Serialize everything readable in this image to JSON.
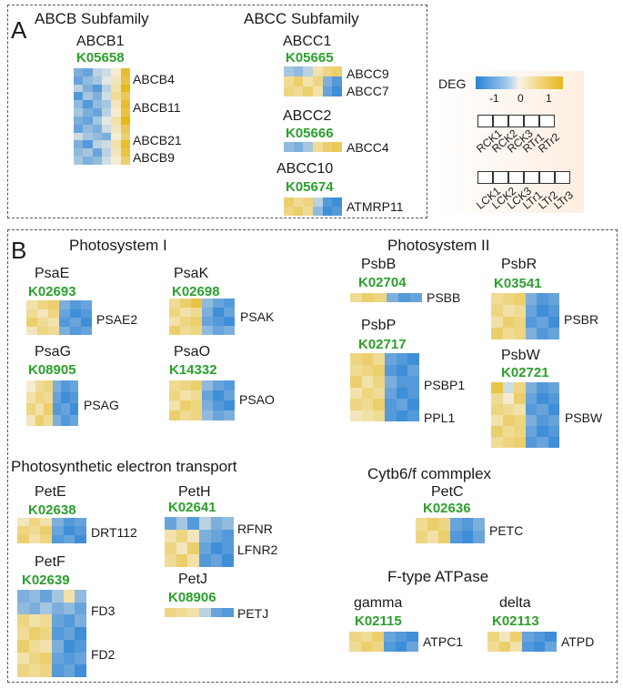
{
  "panel_a": {
    "label": "A",
    "groups": [
      {
        "title": "ABCB Subfamily",
        "genes": [
          {
            "name": "ABCB1",
            "ko": "K05658",
            "rows": [
              "ABCB4",
              "ABCB11",
              "ABCB21",
              "ABCB9"
            ]
          }
        ]
      },
      {
        "title": "ABCC Subfamily",
        "genes": [
          {
            "name": "ABCC1",
            "ko": "K05665",
            "rows": [
              "ABCC9",
              "ABCC7"
            ]
          },
          {
            "name": "ABCC2",
            "ko": "K05666",
            "rows": [
              "ABCC4"
            ]
          },
          {
            "name": "ABCC10",
            "ko": "K05674",
            "rows": [
              "ATMRP11"
            ]
          }
        ]
      }
    ]
  },
  "legend": {
    "title": "DEG",
    "ticks": [
      "-1",
      "0",
      "1"
    ],
    "colors": {
      "low": "#2b83d6",
      "mid": "#f7f2e6",
      "high": "#e5b81c"
    },
    "rck_labels": [
      "RCK1",
      "RCK2",
      "RCK3",
      "RTr1",
      "RTr2"
    ],
    "lck_labels": [
      "LCK1",
      "LCK2",
      "LCK3",
      "LTr1",
      "LTr2",
      "LTr3"
    ]
  },
  "panel_b": {
    "label": "B",
    "sections": {
      "ps1": "Photosystem I",
      "ps2": "Photosystem II",
      "pet": "Photosynthetic electron transport",
      "cyt": "Cytb6/f commplex",
      "atp": "F-type ATPase"
    },
    "genes": {
      "psae": {
        "name": "PsaE",
        "ko": "K02693",
        "rows": [
          "PSAE2"
        ]
      },
      "psak": {
        "name": "PsaK",
        "ko": "K02698",
        "rows": [
          "PSAK"
        ]
      },
      "psag": {
        "name": "PsaG",
        "ko": "K08905",
        "rows": [
          "PSAG"
        ]
      },
      "psao": {
        "name": "PsaO",
        "ko": "K14332",
        "rows": [
          "PSAO"
        ]
      },
      "psbb": {
        "name": "PsbB",
        "ko": "K02704",
        "rows": [
          "PSBB"
        ]
      },
      "psbr": {
        "name": "PsbR",
        "ko": "K03541",
        "rows": [
          "PSBR"
        ]
      },
      "psbp": {
        "name": "PsbP",
        "ko": "K02717",
        "rows": [
          "PSBP1",
          "PPL1"
        ]
      },
      "psbw": {
        "name": "PsbW",
        "ko": "K02721",
        "rows": [
          "PSBW"
        ]
      },
      "pete": {
        "name": "PetE",
        "ko": "K02638",
        "rows": [
          "DRT112"
        ]
      },
      "peth": {
        "name": "PetH",
        "ko": "K02641",
        "rows": [
          "RFNR",
          "LFNR2"
        ]
      },
      "petf": {
        "name": "PetF",
        "ko": "K02639",
        "rows": [
          "FD3",
          "FD2"
        ]
      },
      "petj": {
        "name": "PetJ",
        "ko": "K08906",
        "rows": [
          "PETJ"
        ]
      },
      "petc": {
        "name": "PetC",
        "ko": "K02636",
        "rows": [
          "PETC"
        ]
      },
      "gamma": {
        "name": "gamma",
        "ko": "K02115",
        "rows": [
          "ATPC1"
        ]
      },
      "delta": {
        "name": "delta",
        "ko": "K02113",
        "rows": [
          "ATPD"
        ]
      }
    }
  },
  "heatmaps": {
    "abcb1": [
      [
        -0.6,
        -0.7,
        -0.3,
        -0.2,
        0.1,
        0.9
      ],
      [
        -0.7,
        -0.5,
        -0.4,
        -0.1,
        0.2,
        0.8
      ],
      [
        -0.3,
        -0.6,
        -0.8,
        -0.3,
        0.3,
        1.0
      ],
      [
        -0.8,
        -0.4,
        -0.6,
        -0.2,
        0.4,
        0.7
      ],
      [
        -0.5,
        -0.8,
        -0.5,
        -0.4,
        0.2,
        0.9
      ],
      [
        -0.4,
        -0.6,
        -0.7,
        -0.3,
        0.1,
        0.8
      ],
      [
        -0.6,
        -0.7,
        -0.4,
        -0.1,
        0.3,
        1.0
      ],
      [
        -0.7,
        -0.5,
        -0.6,
        -0.2,
        0.2,
        0.7
      ],
      [
        -0.2,
        -0.4,
        -0.5,
        -0.6,
        0.1,
        0.6
      ],
      [
        -0.6,
        -0.8,
        -0.3,
        -0.2,
        0.3,
        0.9
      ],
      [
        -0.5,
        -0.4,
        -0.7,
        -0.3,
        0.2,
        0.8
      ],
      [
        -0.4,
        -0.6,
        -0.5,
        -0.2,
        0.1,
        0.6
      ]
    ],
    "abcc1": [
      [
        -0.4,
        -0.5,
        -0.3,
        0.3,
        0.5,
        0.6
      ],
      [
        0.4,
        0.6,
        0.3,
        0.5,
        -0.6,
        -0.8
      ],
      [
        0.5,
        0.4,
        0.6,
        0.3,
        -0.7,
        -0.9
      ]
    ],
    "abcc2": [
      [
        -0.5,
        -0.6,
        -0.4,
        0.4,
        0.6,
        0.7
      ]
    ],
    "abcc10": [
      [
        0.6,
        0.4,
        0.5,
        -0.3,
        -0.8,
        -0.9
      ],
      [
        0.5,
        0.6,
        0.4,
        -0.5,
        -0.9,
        -0.8
      ]
    ],
    "psae": [
      [
        0.3,
        0.5,
        0.6,
        -0.6,
        -0.8,
        -0.7
      ],
      [
        0.4,
        0.2,
        0.5,
        -0.7,
        -0.9,
        -0.8
      ],
      [
        0.6,
        0.4,
        0.3,
        -0.8,
        -0.7,
        -0.9
      ],
      [
        0.2,
        0.5,
        0.4,
        -0.6,
        -0.8,
        -0.7
      ]
    ],
    "psak": [
      [
        0.4,
        0.6,
        0.8,
        -0.5,
        -0.7,
        -0.8
      ],
      [
        0.5,
        0.3,
        0.4,
        -0.6,
        -0.9,
        -0.7
      ],
      [
        0.3,
        0.5,
        0.6,
        -0.7,
        -0.8,
        -0.9
      ],
      [
        0.6,
        0.4,
        0.5,
        -0.5,
        -0.7,
        -0.6
      ]
    ],
    "psag": [
      [
        0.1,
        0.4,
        0.5,
        -0.6,
        -0.8,
        -0.7
      ],
      [
        0.3,
        0.5,
        0.4,
        -0.7,
        -0.9,
        -0.8
      ],
      [
        0.5,
        0.3,
        0.6,
        -0.8,
        -0.7,
        -0.9
      ],
      [
        0.2,
        0.6,
        0.4,
        -0.6,
        -0.8,
        -0.7
      ]
    ],
    "psao": [
      [
        0.4,
        0.5,
        0.6,
        -0.5,
        -0.7,
        -0.8
      ],
      [
        0.5,
        0.3,
        0.4,
        -0.7,
        -0.9,
        -0.7
      ],
      [
        0.3,
        0.6,
        0.5,
        -0.6,
        -0.8,
        -0.9
      ],
      [
        0.6,
        0.4,
        0.5,
        -0.5,
        -0.7,
        -0.6
      ]
    ],
    "psbb": [
      [
        0.4,
        0.6,
        0.5,
        -0.6,
        -0.8,
        -0.7
      ]
    ],
    "psbr": [
      [
        0.4,
        0.5,
        0.6,
        -0.6,
        -0.8,
        -0.7
      ],
      [
        0.5,
        0.3,
        0.4,
        -0.7,
        -0.9,
        -0.8
      ],
      [
        0.3,
        0.6,
        0.5,
        -0.8,
        -0.7,
        -0.9
      ],
      [
        0.6,
        0.4,
        0.5,
        -0.6,
        -0.8,
        -0.7
      ]
    ],
    "psbp": [
      [
        0.5,
        0.6,
        0.4,
        -0.7,
        -0.8,
        -0.9
      ],
      [
        0.4,
        0.5,
        0.6,
        -0.8,
        -0.9,
        -0.7
      ],
      [
        0.6,
        0.3,
        0.5,
        -0.6,
        -0.8,
        -0.8
      ],
      [
        0.3,
        0.5,
        0.4,
        -0.7,
        -0.9,
        -0.8
      ],
      [
        0.5,
        0.4,
        0.6,
        -0.8,
        -0.7,
        -0.9
      ],
      [
        0.2,
        0.3,
        0.4,
        -0.8,
        -0.9,
        -0.8
      ]
    ],
    "psbw": [
      [
        0.8,
        -0.2,
        0.5,
        -0.6,
        -0.8,
        -0.7
      ],
      [
        0.4,
        0.1,
        0.6,
        -0.7,
        -0.9,
        -0.8
      ],
      [
        0.5,
        0.4,
        0.3,
        -0.8,
        -0.7,
        -0.9
      ],
      [
        0.3,
        0.6,
        0.5,
        -0.6,
        -0.8,
        -0.7
      ],
      [
        0.6,
        0.4,
        0.5,
        -0.7,
        -0.9,
        -0.8
      ],
      [
        0.4,
        0.5,
        0.6,
        -0.8,
        -0.7,
        -0.9
      ]
    ],
    "pete": [
      [
        0.2,
        0.5,
        0.3,
        -0.6,
        -0.8,
        -0.7
      ],
      [
        0.5,
        0.4,
        0.6,
        -0.7,
        -0.9,
        -0.8
      ],
      [
        0.6,
        0.3,
        0.5,
        -0.8,
        -0.7,
        -0.9
      ]
    ],
    "peth": [
      [
        -0.7,
        -0.4,
        -0.8,
        -0.3,
        -0.6,
        -0.5
      ],
      [
        0.3,
        0.5,
        0.2,
        -0.6,
        -0.7,
        -0.8
      ],
      [
        0.5,
        0.2,
        0.6,
        -0.7,
        -0.9,
        -0.8
      ],
      [
        0.4,
        0.6,
        0.3,
        -0.8,
        -0.7,
        -0.9
      ]
    ],
    "petf": [
      [
        -0.6,
        -0.5,
        -0.7,
        -0.4,
        0.3,
        -0.5
      ],
      [
        -0.5,
        -0.6,
        -0.4,
        -0.6,
        -0.5,
        -0.7
      ],
      [
        0.5,
        0.3,
        0.4,
        -0.7,
        -0.8,
        -0.6
      ],
      [
        0.4,
        0.6,
        0.5,
        -0.8,
        -0.7,
        -0.9
      ],
      [
        0.6,
        0.4,
        0.3,
        -0.6,
        -0.9,
        -0.8
      ],
      [
        0.3,
        0.5,
        0.6,
        -0.7,
        -0.8,
        -0.7
      ],
      [
        0.5,
        0.4,
        0.5,
        -0.8,
        -0.7,
        -0.9
      ]
    ],
    "petj": [
      [
        0.5,
        0.4,
        0.3,
        -0.3,
        -0.7,
        -0.8
      ]
    ],
    "petc": [
      [
        0.4,
        0.6,
        0.5,
        -0.7,
        -0.8,
        -0.6
      ],
      [
        0.5,
        0.3,
        0.6,
        -0.8,
        -0.9,
        -0.7
      ]
    ],
    "gamma": [
      [
        0.5,
        0.4,
        0.6,
        -0.7,
        -0.8,
        -0.9
      ],
      [
        0.4,
        0.6,
        0.5,
        -0.8,
        -0.9,
        -0.7
      ]
    ],
    "delta": [
      [
        0.5,
        0.2,
        0.6,
        -0.7,
        -0.8,
        -0.9
      ],
      [
        0.4,
        0.6,
        0.3,
        -0.8,
        -0.9,
        -0.7
      ]
    ]
  }
}
